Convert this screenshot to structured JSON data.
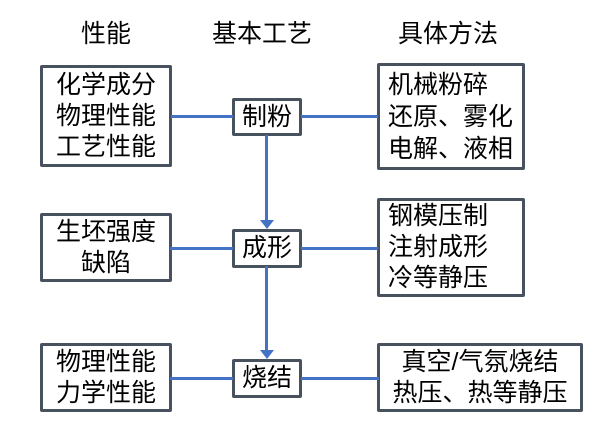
{
  "columns": {
    "performance_header": "性能",
    "process_header": "基本工艺",
    "methods_header": "具体方法"
  },
  "flow": {
    "step1": {
      "performance": "化学成分\n物理性能\n工艺性能",
      "process": "制粉",
      "methods": "机械粉碎\n还原、雾化\n电解、液相"
    },
    "step2": {
      "performance": "生坯强度\n缺陷",
      "process": "成形",
      "methods": "钢模压制\n注射成形\n冷等静压"
    },
    "step3": {
      "performance": "物理性能\n力学性能",
      "process": "烧结",
      "methods": "真空/气氛烧结\n热压、热等静压"
    }
  },
  "colors": {
    "box_border": "#47525e",
    "connector": "#4472c4",
    "text": "#000000",
    "background": "#ffffff"
  }
}
